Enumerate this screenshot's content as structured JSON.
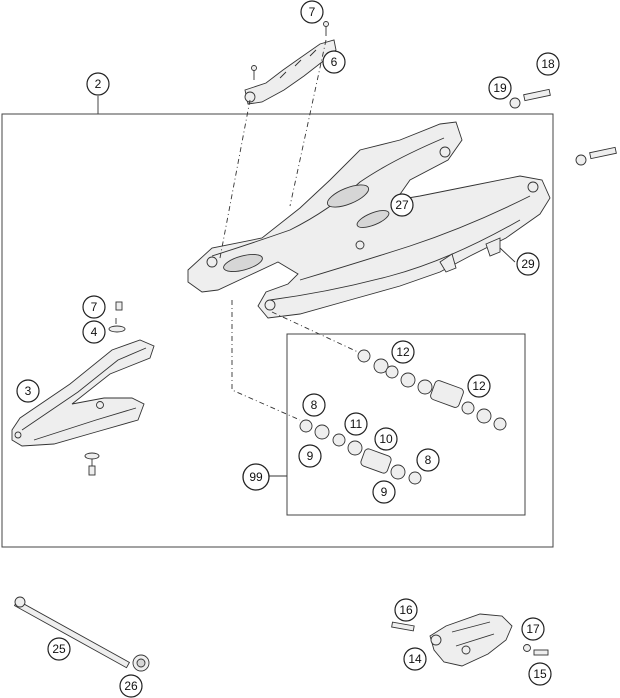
{
  "callouts": {
    "c2": "2",
    "c3": "3",
    "c4": "4",
    "c6": "6",
    "c7a": "7",
    "c7b": "7",
    "c8a": "8",
    "c8b": "8",
    "c9a": "9",
    "c9b": "9",
    "c10": "10",
    "c11": "11",
    "c12a": "12",
    "c12b": "12",
    "c14": "14",
    "c15": "15",
    "c16": "16",
    "c17": "17",
    "c18": "18",
    "c19": "19",
    "c25": "25",
    "c26": "26",
    "c27": "27",
    "c29": "29",
    "c99": "99"
  }
}
